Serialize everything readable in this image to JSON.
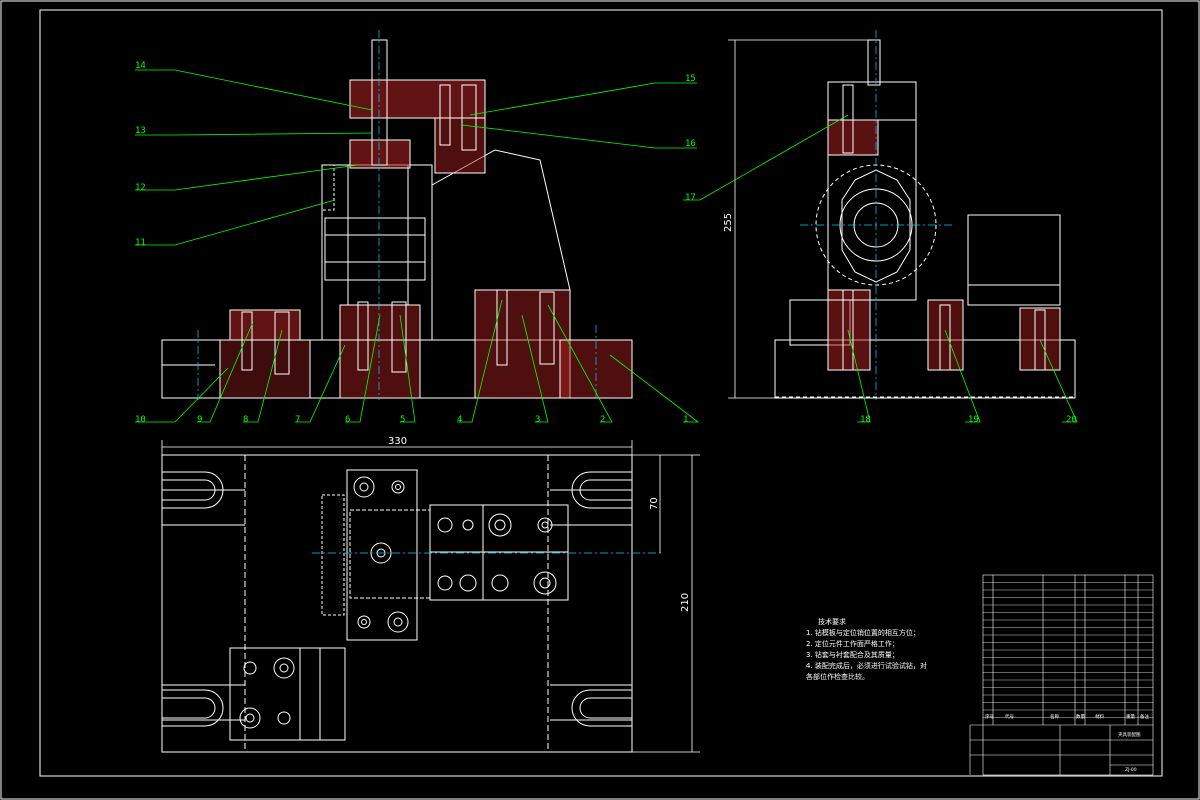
{
  "colors": {
    "background": "#000000",
    "outline": "#ffffff",
    "hatch": "#b22222",
    "callout": "#00ff00",
    "centerline": "#00ccff",
    "dimension": "#ffffff"
  },
  "callouts": {
    "front": [
      "14",
      "13",
      "12",
      "11",
      "15",
      "16",
      "10",
      "9",
      "8",
      "7",
      "6",
      "5",
      "4",
      "3",
      "2",
      "1"
    ],
    "side": [
      "17",
      "18",
      "19",
      "20"
    ]
  },
  "dimensions": {
    "top_width": "330",
    "height_255": "255",
    "plan_depth": "210",
    "plan_offset": "70"
  },
  "notes": {
    "title": "技术要求",
    "lines": [
      "1. 钻模板与定位销位置的相互方位；",
      "2. 定位元件工作面严格工作；",
      "3. 钻套与衬套配合及其质量；",
      "4. 装配完成后，必须进行试验试钻，对",
      "各部位作检查比较。"
    ]
  },
  "title_block": {
    "header_no": "序号",
    "header_code": "代号",
    "header_name": "名称",
    "header_qty": "数量",
    "header_material": "材料",
    "header_weight": "重量",
    "header_note": "备注",
    "drawing_name": "夹具装配图",
    "drawing_code": "ZJ-00"
  }
}
